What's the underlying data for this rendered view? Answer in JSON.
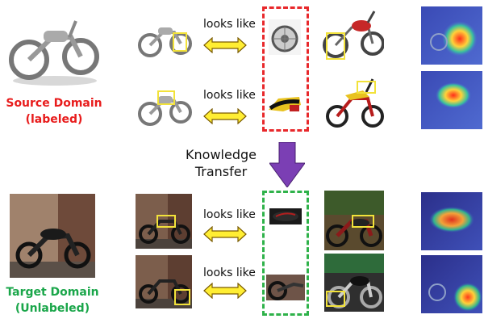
{
  "source": {
    "title": "Source Domain",
    "subtitle": "(labeled)",
    "color": "#e81c1c"
  },
  "target": {
    "title": "Target Domain",
    "subtitle": "(Unlabeled)",
    "color": "#1aa64a"
  },
  "relation_label": "looks like",
  "transfer": {
    "line1": "Knowledge",
    "line2": "Transfer",
    "arrow_color": "#7b3fb4"
  },
  "colors": {
    "source_dash": "#e8282b",
    "target_dash": "#2fb24a",
    "highlight_box": "#f2e23a",
    "arrow_fill": "#ffee33",
    "arrow_stroke": "#7a5b00"
  },
  "icons": [
    "motorcycle-image",
    "double-arrow-icon",
    "heatmap-image",
    "down-arrow-icon"
  ]
}
